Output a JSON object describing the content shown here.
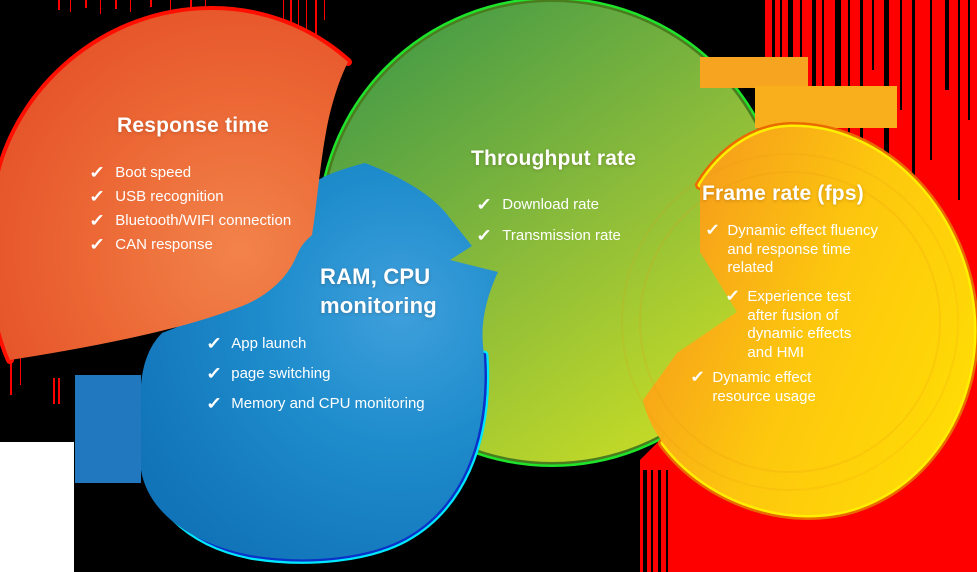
{
  "icons": {
    "check": "✓"
  },
  "palette": {
    "background": "#000000",
    "glitch_red": "#FF0000",
    "white_patch": "#FFFFFF",
    "text": "#FFFFFF",
    "orange_blob": "#EB6533",
    "orange_rim": "#FF0F00",
    "green_blob": "#8CBC3A",
    "green_rim": "#1FE42B",
    "blue_blob": "#1E8CCC",
    "blue_rim_cyan": "#00E8FF",
    "blue_rim_navy": "#0A32C8",
    "yellow_blob": "#FDC70E",
    "yellow_rim": "#FFEE00"
  },
  "sections": [
    {
      "id": "response-time",
      "title": "Response time",
      "items": [
        "Boot speed",
        "USB recognition",
        "Bluetooth/WIFI connection",
        "CAN response"
      ]
    },
    {
      "id": "ram-cpu-monitoring",
      "title": "RAM, CPU monitoring",
      "title_lines": [
        "RAM, CPU",
        "monitoring"
      ],
      "items": [
        "App launch",
        "page switching",
        "Memory and CPU monitoring"
      ]
    },
    {
      "id": "throughput-rate",
      "title": "Throughput rate",
      "items": [
        "Download rate",
        "Transmission rate"
      ]
    },
    {
      "id": "frame-rate",
      "title": "Frame rate (fps)",
      "items": [
        "Dynamic effect fluency and response time related",
        "Experience test after fusion of dynamic effects and HMI",
        "Dynamic effect resource usage"
      ]
    }
  ]
}
